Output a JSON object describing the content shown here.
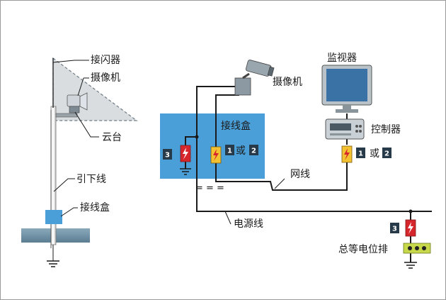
{
  "labels": {
    "lightning_rod": "接闪器",
    "camera_left": "摄像机",
    "pan_tilt": "云台",
    "down_conductor": "引下线",
    "junction_box_left": "接线盒",
    "camera_right": "摄像机",
    "monitor": "监视器",
    "junction_box_right": "接线盒",
    "controller": "控制器",
    "network_cable": "网线",
    "power_cable": "电源线",
    "equipotential_bar": "总等电位排"
  },
  "badges": {
    "jb_spd_a": "3",
    "jb_spd_b_one": "1",
    "jb_or": "或",
    "jb_spd_b_two": "2",
    "ctrl_one": "1",
    "ctrl_or": "或",
    "ctrl_two": "2",
    "power_spd": "3"
  },
  "colors": {
    "junction_box_fill": "#4a9fd8",
    "badge_bg": "#263a4a",
    "spd_red": "#d6262b",
    "spd_yellow": "#f2c230",
    "ground_block": "#6e8fa3",
    "terminal_green": "#c7d84a"
  }
}
